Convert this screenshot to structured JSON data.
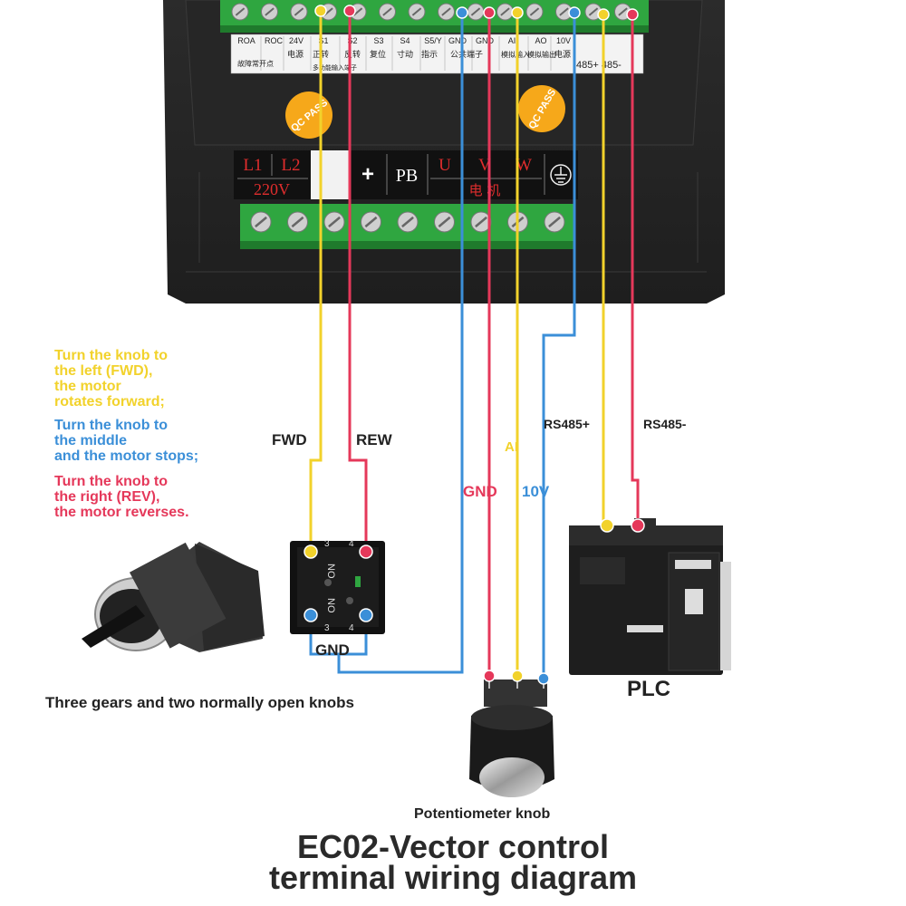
{
  "colors": {
    "yellow": "#f2d22b",
    "red": "#e5385a",
    "blue": "#3b8fd8",
    "text_dark": "#222222",
    "housing": "#2c2c2c",
    "terminal_green": "#2fa640",
    "qc_sticker": "#f6a81a"
  },
  "control_terminals": {
    "top_labels": [
      "ROA",
      "ROC",
      "24V",
      "S1",
      "S2",
      "S3",
      "S4",
      "S5/Y",
      "GND",
      "GND",
      "AI",
      "AO",
      "10V"
    ],
    "sub_labels": [
      "故障常开点",
      "电源",
      "正转",
      "反转",
      "复位",
      "寸动",
      "指示",
      "公共端子",
      "模拟输入",
      "模拟输出",
      "电源"
    ],
    "extra_labels": [
      "多功能输入端子"
    ],
    "rs485_label": "485+ 485-"
  },
  "qc_stickers": [
    "QC PASS",
    "QC PASS"
  ],
  "power_terminals": {
    "labels": [
      "L1",
      "L2",
      "",
      "+",
      "PB",
      "U",
      "V",
      "W"
    ],
    "voltage": "220V",
    "motor": "电 机",
    "ground_icon": "ground-icon"
  },
  "notes": [
    {
      "text": "Turn the knob to\nthe left (FWD),\nthe motor\nrotates forward;",
      "color": "yellow"
    },
    {
      "text": "Turn the knob to\nthe middle\nand the motor stops;",
      "color": "blue"
    },
    {
      "text": "Turn the knob to\nthe right (REV),\nthe motor reverses.",
      "color": "red"
    }
  ],
  "wire_labels": {
    "fwd": "FWD",
    "rew": "REW",
    "gnd_pot": "GND",
    "ten_v": "10V",
    "ai": "AI",
    "rs485_plus": "RS485+",
    "rs485_minus": "RS485-",
    "gnd_switch": "GND"
  },
  "switch_block": {
    "numbers": [
      "3",
      "4",
      "3",
      "4"
    ],
    "no_labels": [
      "NO",
      "NO"
    ]
  },
  "captions": {
    "switch": "Three gears and two normally open knobs",
    "potentiometer": "Potentiometer knob",
    "plc": "PLC"
  },
  "title": {
    "line1": "EC02-Vector control",
    "line2": "terminal wiring diagram"
  }
}
